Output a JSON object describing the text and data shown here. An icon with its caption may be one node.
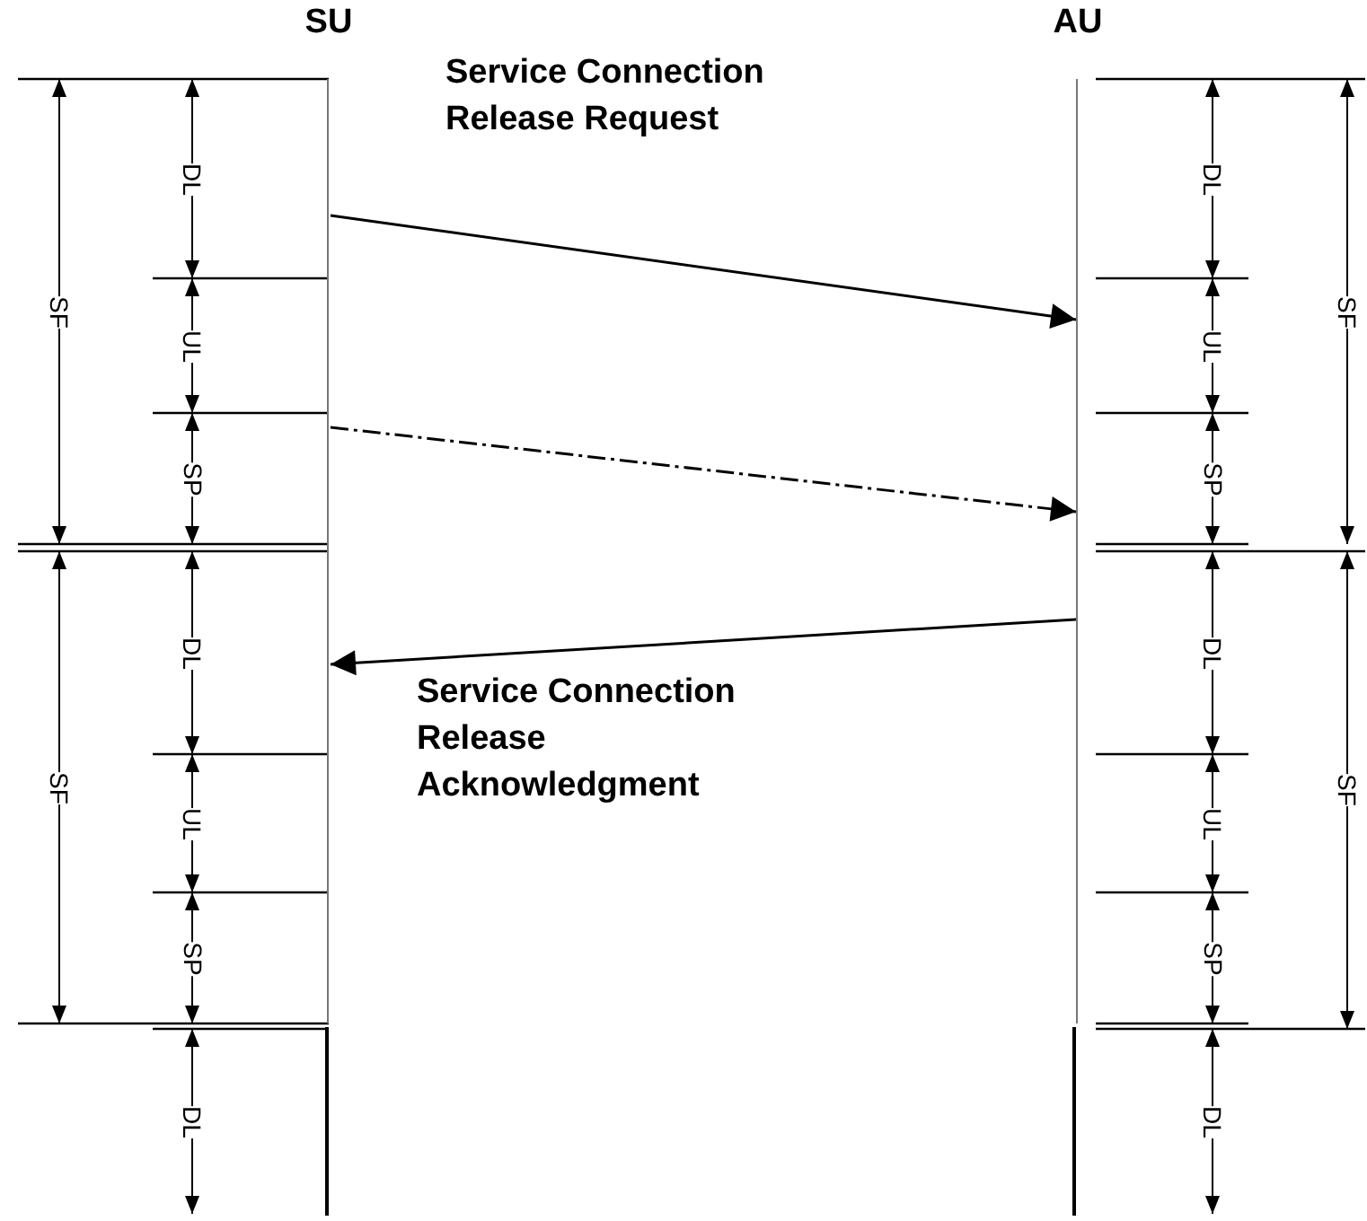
{
  "diagram": {
    "nodes": [
      {
        "text": [
          "SU"
        ]
      },
      {
        "text": [
          "AU"
        ]
      }
    ],
    "edges": [
      {
        "from": 0,
        "to": 1,
        "arrow": "to",
        "label": "Service Connection Release Request"
      },
      {
        "from": 0,
        "to": 1,
        "arrow": "to",
        "style": "dashed"
      },
      {
        "from": 1,
        "to": 0,
        "arrow": "to",
        "label": "Service Connection Release Acknowledgment"
      }
    ],
    "labels": [
      "SF",
      "DL",
      "UL",
      "SP",
      "SF",
      "DL",
      "UL",
      "SP",
      "DL",
      "DL",
      "UL",
      "SP",
      "SF",
      "DL",
      "UL",
      "SP",
      "SF",
      "DL"
    ]
  }
}
